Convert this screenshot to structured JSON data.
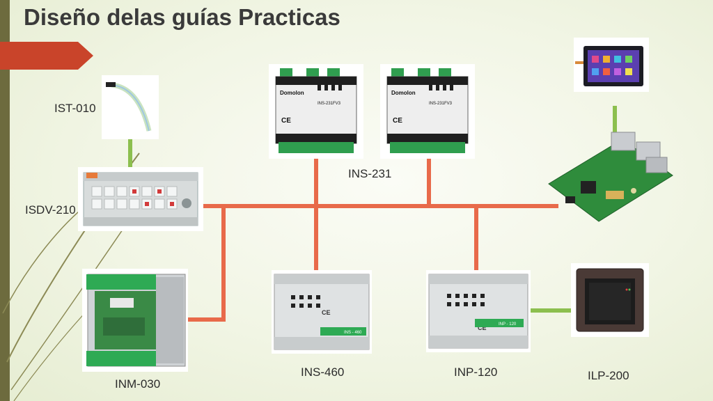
{
  "title": "Diseño delas guías Practicas",
  "colors": {
    "bus": "#e86a4a",
    "link": "#8cbf4e",
    "accent_tab": "#c9442a",
    "side_bar": "#6d6b3e",
    "device_green": "#2eaa54"
  },
  "labels": {
    "ist010": "IST-010",
    "isdv210": "ISDV-210",
    "ins231": "INS-231",
    "inm030": "INM-030",
    "ins460": "INS-460",
    "inp120": "INP-120",
    "ilp200": "ILP-200"
  },
  "module_text": {
    "brand": "Domolon",
    "model_231": "INS-231FV3",
    "ce": "CE",
    "model_460": "INS - 460",
    "model_120": "INP - 120"
  }
}
